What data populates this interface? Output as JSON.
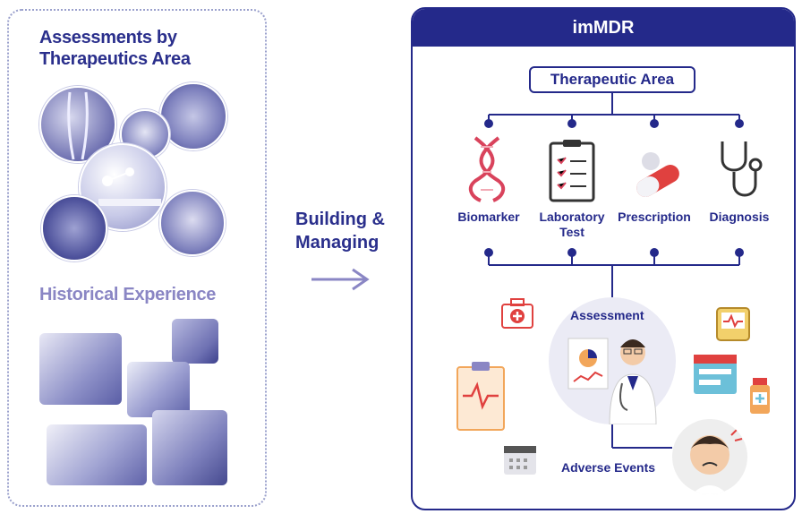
{
  "left": {
    "heading_line1": "Assessments by",
    "heading_line2": "Therapeutics Area",
    "historical": "Historical Experience"
  },
  "middle": {
    "line1": "Building &",
    "line2": "Managing"
  },
  "right": {
    "title": "imMDR",
    "therapeutic_area": "Therapeutic Area",
    "categories": [
      "Biomarker",
      "Laboratory Test",
      "Prescription",
      "Diagnosis"
    ],
    "assessment": "Assessment",
    "adverse_events": "Adverse Events"
  },
  "colors": {
    "navy": "#24298a",
    "lavender": "#8a86c4",
    "accent_red": "#e0413f",
    "accent_orange": "#f2a65a"
  }
}
